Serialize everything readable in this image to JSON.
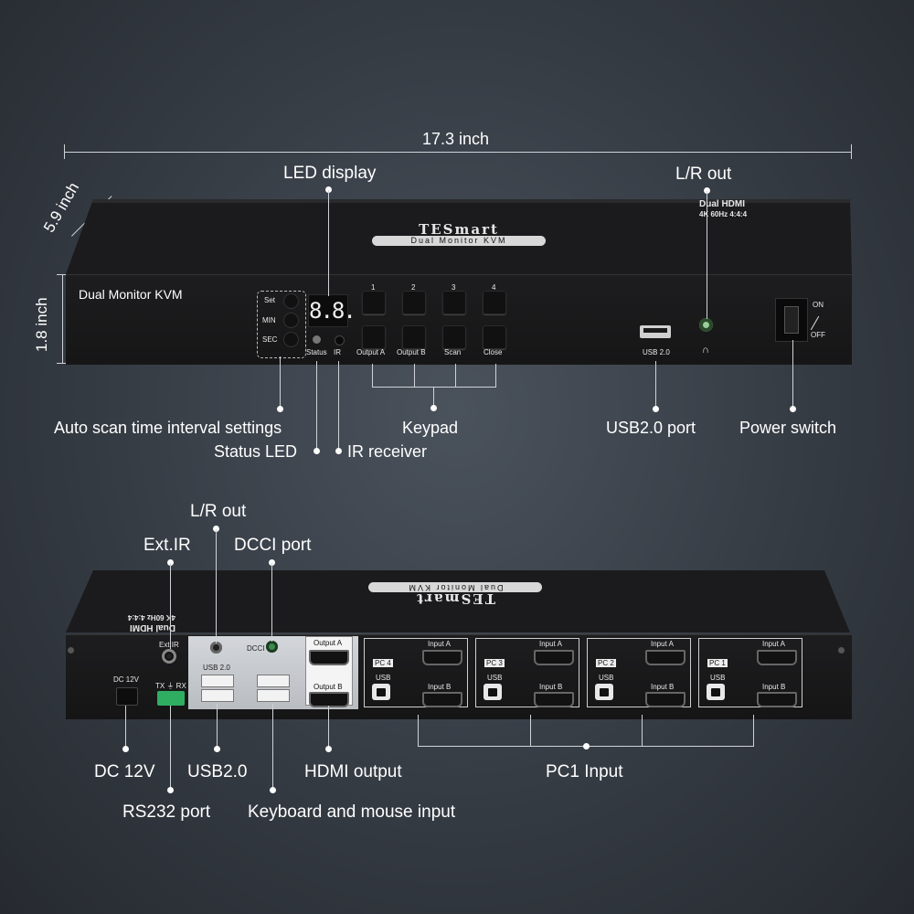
{
  "dimensions": {
    "width_label": "17.3 inch",
    "depth_label": "5.9 inch",
    "height_label": "1.8 inch"
  },
  "front": {
    "brand": "TESmart",
    "brand_sub": "Dual Monitor KVM",
    "model_label": "Dual Monitor KVM",
    "badge_line1": "Dual HDMI",
    "badge_line2": "4K 60Hz 4:4:4",
    "led_digits": "8.8.",
    "interval_buttons": [
      "Set",
      "MIN",
      "SEC"
    ],
    "status_labels": [
      "Status",
      "IR"
    ],
    "keys_top": [
      "1",
      "2",
      "3",
      "4"
    ],
    "keys_bottom": [
      "Output A",
      "Output B",
      "Scan",
      "Close"
    ],
    "usb_label": "USB 2.0",
    "headphone_symbol": "∩",
    "power_on": "ON",
    "power_off": "OFF"
  },
  "front_callouts": {
    "led_display": "LED display",
    "lr_out": "L/R out",
    "auto_scan": "Auto scan time interval settings",
    "keypad": "Keypad",
    "usb_port": "USB2.0 port",
    "power_switch": "Power switch",
    "status_led": "Status LED",
    "ir_receiver": "IR receiver"
  },
  "rear": {
    "brand": "TESmart",
    "brand_sub": "Dual Monitor KVM",
    "badge_line1": "Dual HDMI",
    "badge_line2": "4K 60Hz 4:4:4",
    "dc_label": "DC 12V",
    "ext_ir_label": "Ext IR",
    "rs232_label": "TX ⏚ RX",
    "usb_label": "USB 2.0",
    "dcci_label": "DCCI",
    "output_a": "Output A",
    "output_b": "Output B",
    "pc_groups": [
      {
        "pc": "PC 4",
        "usb": "USB",
        "input_a": "Input A",
        "input_b": "Input B"
      },
      {
        "pc": "PC 3",
        "usb": "USB",
        "input_a": "Input A",
        "input_b": "Input B"
      },
      {
        "pc": "PC 2",
        "usb": "USB",
        "input_a": "Input A",
        "input_b": "Input B"
      },
      {
        "pc": "PC 1",
        "usb": "USB",
        "input_a": "Input A",
        "input_b": "Input B"
      }
    ]
  },
  "rear_callouts": {
    "lr_out": "L/R out",
    "ext_ir": "Ext.IR",
    "dcci_port": "DCCI port",
    "dc_12v": "DC 12V",
    "usb20": "USB2.0",
    "hdmi_output": "HDMI output",
    "pc1_input": "PC1 Input",
    "rs232_port": "RS232 port",
    "keyboard_mouse": "Keyboard and mouse input"
  },
  "colors": {
    "background": "#353b43",
    "device": "#141414",
    "panel": "#1c1c1c",
    "accent_panel": "#c9ccd0",
    "line": "#cfd3d8"
  }
}
